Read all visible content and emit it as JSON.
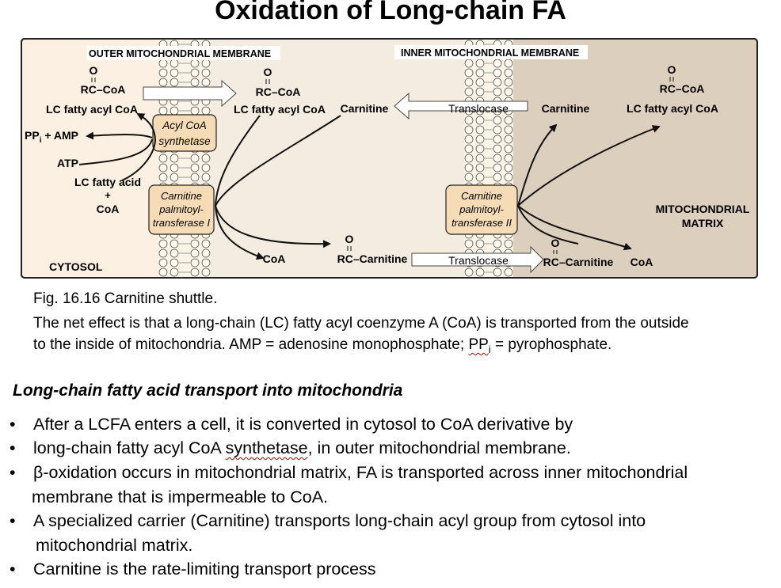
{
  "title": "Oxidation of Long-chain FA",
  "diagram": {
    "outer_membrane": "OUTER MITOCHONDRIAL MEMBRANE",
    "inner_membrane": "INNER MITOCHONDRIAL MEMBRANE",
    "cytosol": "CYTOSOL",
    "matrix_line1": "MITOCHONDRIAL",
    "matrix_line2": "MATRIX",
    "carbonyl_o": "O",
    "rc_coa": "RC–CoA",
    "rc_carnitine": "RC–Carnitine",
    "lc_fatty_acyl_coa": "LC fatty acyl CoA",
    "pp_amp": "PP",
    "pp_sub": "i",
    "pp_rest": " + AMP",
    "atp": "ATP",
    "lc_fatty_acid": "LC fatty acid",
    "plus": "+",
    "coa": "CoA",
    "acyl_coa_synthetase_1": "Acyl CoA",
    "acyl_coa_synthetase_2": "synthetase",
    "cpt1_1": "Carnitine",
    "cpt1_2": "palmitoyl-",
    "cpt1_3": "transferase I",
    "cpt2_1": "Carnitine",
    "cpt2_2": "palmitoyl-",
    "cpt2_3": "transferase II",
    "carnitine": "Carnitine",
    "translocase": "Translocase"
  },
  "caption": {
    "figure": "Fig. 16.16 Carnitine shuttle.",
    "line1": "The net effect is that a long-chain (LC) fatty acyl coenzyme A (CoA) is transported from the outside",
    "line2_a": "to the inside of mitochondria. AMP = adenosine monophosphate; ",
    "line2_pp": "PP",
    "line2_sub": "i",
    "line2_b": " = pyrophosphate."
  },
  "section_heading": "Long-chain fatty acid transport into mitochondria",
  "bullet_marker": "•",
  "bullets": {
    "b1": "After a LCFA enters a cell, it is converted in cytosol to CoA derivative by",
    "b2_a": "long-chain fatty acyl CoA ",
    "b2_wavy": "synthetase",
    "b2_b": ", in outer mitochondrial membrane.",
    "b3_l1": "β-oxidation occurs in mitochondrial matrix, FA is transported across inner mitochondrial",
    "b3_l2": "membrane that is impermeable to CoA.",
    "b4_l1": "A specialized carrier (Carnitine) transports long-chain acyl group from cytosol into",
    "b4_l2": "mitochondrial matrix.",
    "b5": "Carnitine is the rate-limiting transport process"
  },
  "colors": {
    "cytosol_bg": "#fbefdf",
    "matrix_bg": "#ddcfbe",
    "intermembrane_bg": "#f3ebe0",
    "enzyme_fill": "#f6dcb6",
    "membrane_fill": "#fdf6e8",
    "border": "#222222"
  }
}
